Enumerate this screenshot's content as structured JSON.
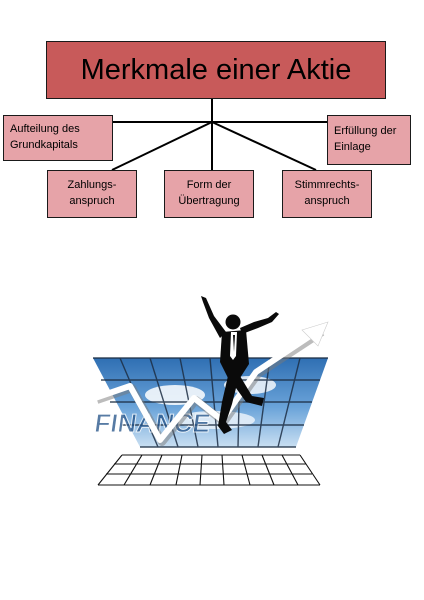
{
  "title": "Merkmale einer Aktie",
  "nodes": {
    "grundkapital": "Aufteilung des\nGrundkapitals",
    "einlage": "Erfüllung der\nEinlage",
    "zahlung": "Zahlungs-\nanspruch",
    "form": "Form der\nÜbertragung",
    "stimmrecht": "Stimmrechts-\nanspruch"
  },
  "illustration": {
    "sign_text": "FINANCE"
  },
  "colors": {
    "title_fill": "#c85a5a",
    "node_fill": "#e6a3a8",
    "lines": "#000000"
  }
}
